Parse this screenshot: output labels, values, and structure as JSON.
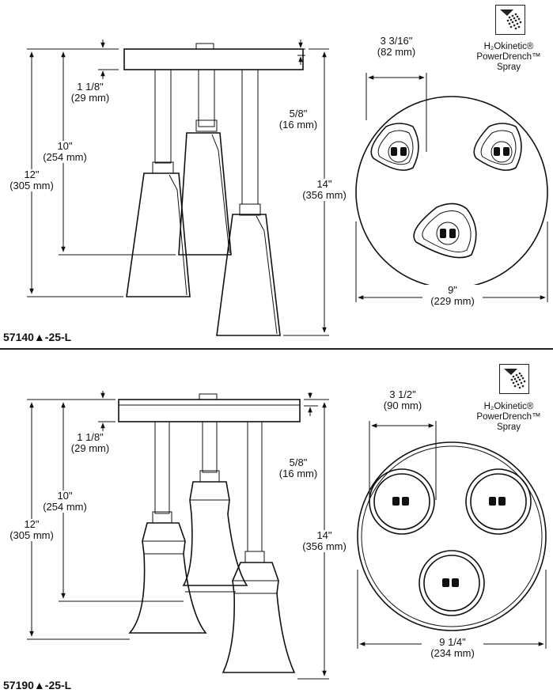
{
  "top": {
    "model": "57140▲-25-L",
    "dims": {
      "plate": [
        "1 1/8\"",
        "(29 mm)"
      ],
      "short": [
        "10\"",
        "(254 mm)"
      ],
      "mid": [
        "12\"",
        "(305 mm)"
      ],
      "offset": [
        "5/8\"",
        "(16 mm)"
      ],
      "long": [
        "14\"",
        "(356 mm)"
      ],
      "spacing": [
        "3 3/16\"",
        "(82 mm)"
      ],
      "diameter": [
        "9\"",
        "(229 mm)"
      ]
    },
    "spray_label": [
      "H₂Okinetic®",
      "PowerDrench™",
      "Spray"
    ]
  },
  "bottom": {
    "model": "57190▲-25-L",
    "dims": {
      "plate": [
        "1 1/8\"",
        "(29 mm)"
      ],
      "short": [
        "10\"",
        "(254 mm)"
      ],
      "mid": [
        "12\"",
        "(305 mm)"
      ],
      "offset": [
        "5/8\"",
        "(16 mm)"
      ],
      "long": [
        "14\"",
        "(356 mm)"
      ],
      "spacing": [
        "3 1/2\"",
        "(90 mm)"
      ],
      "diameter": [
        "9 1/4\"",
        "(234 mm)"
      ]
    },
    "spray_label": [
      "H₂Okinetic®",
      "PowerDrench™",
      "Spray"
    ]
  }
}
